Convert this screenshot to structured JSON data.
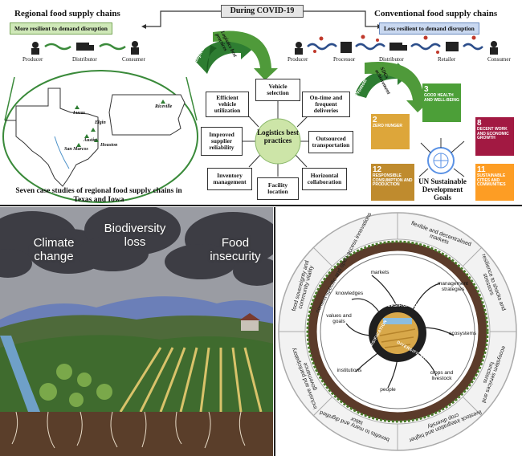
{
  "top": {
    "center_title": "During COVID-19",
    "left_title": "Regional food supply chains",
    "left_tag": "More resilient to demand disruption",
    "left_actors": [
      "Producer",
      "Distributor",
      "Consumer"
    ],
    "right_title": "Conventional food supply chains",
    "right_tag": "Less resilient to demand disruption",
    "right_actors": [
      "Producer",
      "Processor",
      "Distributor",
      "Retailer",
      "Consumer"
    ],
    "cities": [
      "Lucas",
      "Elgin",
      "Austin",
      "Houston",
      "San Marcos",
      "Riceville"
    ],
    "case_caption": "Seven case studies of regional food supply chains in Texas and Iowa",
    "adopted_label": "Adopted",
    "logistics_arrow_label": "Logistics best practices",
    "center_label": "Logistics best practices",
    "practices": [
      "Vehicle selection",
      "On-time and frequent deliveries",
      "Outsourced transportation",
      "Horizontal collaboration",
      "Facility location",
      "Inventory management",
      "Improved supplier reliability",
      "Efficient vehicle utilization"
    ],
    "promote_label": "Promote",
    "sdg_arrow_label": "SDGs achievement",
    "un_label": "UN Sustainable Development Goals",
    "sdgs": [
      {
        "num": "2",
        "text": "ZERO HUNGER",
        "color": "#dda63a"
      },
      {
        "num": "3",
        "text": "GOOD HEALTH AND WELL-BEING",
        "color": "#4c9f38"
      },
      {
        "num": "8",
        "text": "DECENT WORK AND ECONOMIC GROWTH",
        "color": "#a21942"
      },
      {
        "num": "11",
        "text": "SUSTAINABLE CITIES AND COMMUNITIES",
        "color": "#fd9d24"
      },
      {
        "num": "12",
        "text": "RESPONSIBLE CONSUMPTION AND PRODUCTION",
        "color": "#bf8b2e"
      }
    ]
  },
  "bottom_left": {
    "clouds": [
      "Climate change",
      "Biodiversity loss",
      "Food insecurity"
    ]
  },
  "bottom_right": {
    "ring": [
      "context-specific and open access innovations",
      "flexible and decentralised markets",
      "resilience to shocks and stressors",
      "ecosystem services and functions",
      "livestock integration and higher crop diversity",
      "benefits to many and dignified labor",
      "inclusive and participatory governance",
      "food sovereignty and community vitality"
    ],
    "hub_words": [
      "DIVERSIFICATION",
      "DIVERSIFICATION",
      "DIVERSIFICATION"
    ],
    "spokes": [
      "markets",
      "management strategies",
      "ecosystems",
      "crops and livestock",
      "people",
      "institutions",
      "values and goals",
      "knowledges"
    ]
  },
  "colors": {
    "arrow_green": "#2e7d32",
    "tag_green": "#cfe8b8",
    "tag_blue": "#c9d8f0",
    "logistics_circle": "#cde5a8",
    "dark_cloud": "#3d3d44"
  }
}
